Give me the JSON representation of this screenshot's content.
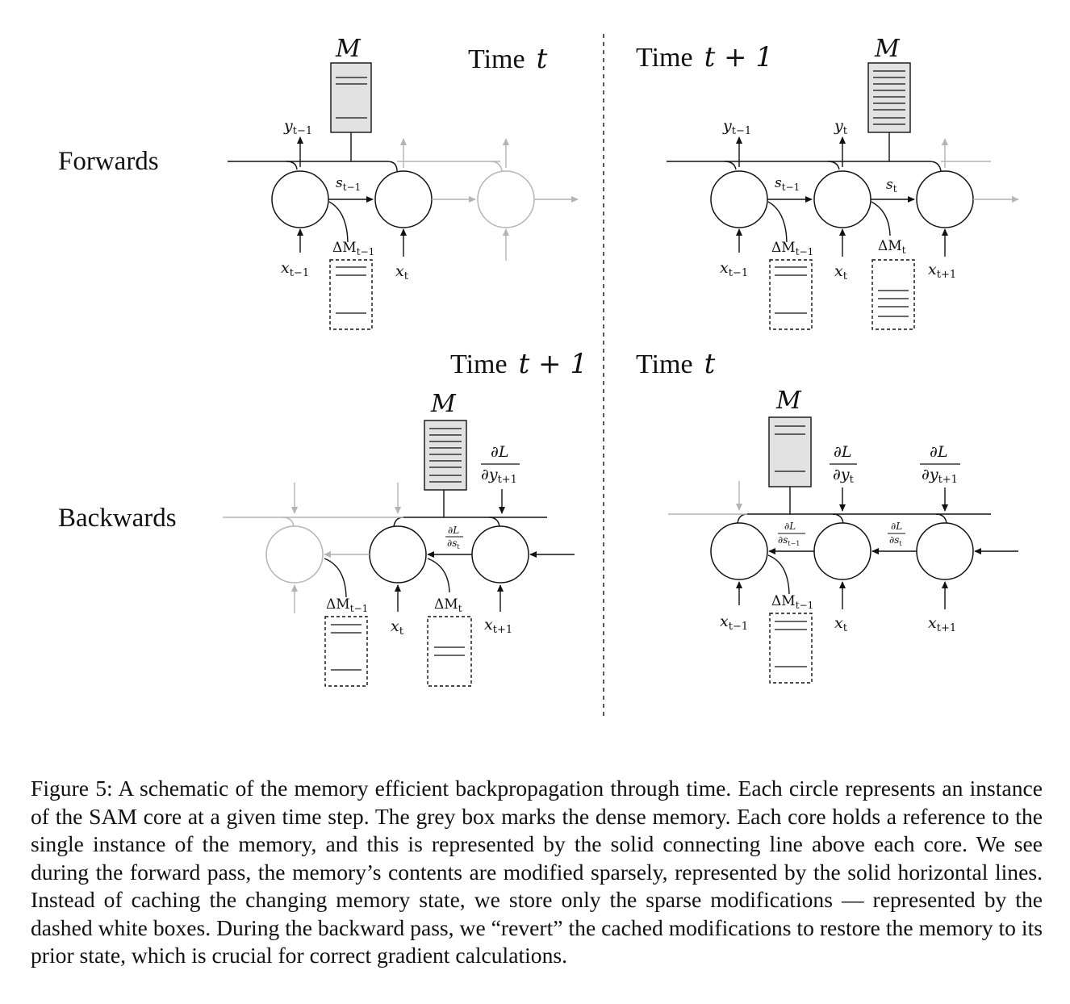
{
  "labels": {
    "forwards": "Forwards",
    "backwards": "Backwards",
    "time_word": "Time",
    "time_t": "t",
    "time_t1": "t + 1",
    "memory": "M"
  },
  "symbols": {
    "y_prev": "y",
    "y_prev_sub": "t−1",
    "y_cur": "y",
    "y_cur_sub": "t",
    "x_prev": "x",
    "x_prev_sub": "t−1",
    "x_cur": "x",
    "x_cur_sub": "t",
    "x_next": "x",
    "x_next_sub": "t+1",
    "s_prev": "s",
    "s_prev_sub": "t−1",
    "s_cur": "s",
    "s_cur_sub": "t",
    "dm_prev": "ΔM",
    "dm_prev_sub": "t−1",
    "dm_cur": "ΔM",
    "dm_cur_sub": "t",
    "dL": "∂L",
    "dy_cur": "∂y",
    "dy_cur_sub": "t",
    "dy_next": "∂y",
    "dy_next_sub": "t+1",
    "ds_cur": "∂s",
    "ds_cur_sub": "t",
    "ds_prev": "∂s",
    "ds_prev_sub": "t−1"
  },
  "caption": "Figure 5: A schematic of the memory efficient backpropagation through time. Each circle represents an instance of the SAM core at a given time step. The grey box marks the dense memory. Each core holds a reference to the single instance of the memory, and this is represented by the solid connecting line above each core. We see during the forward pass, the memory’s contents are modified sparsely, represented by the solid horizontal lines. Instead of caching the changing memory state, we store only the sparse modifications — represented by the dashed white boxes. During the backward pass, we “revert” the cached modifications to restore the memory to its prior state, which is crucial for correct gradient calculations."
}
